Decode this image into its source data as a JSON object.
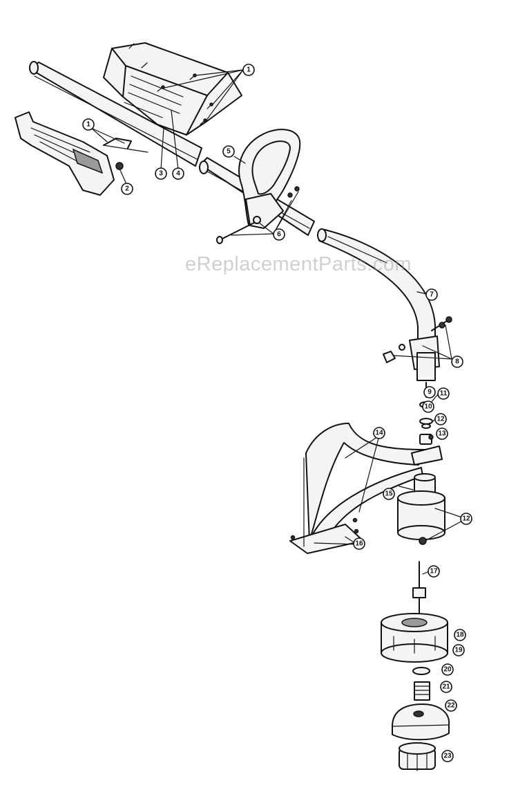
{
  "watermark": "eReplacementParts.com",
  "callouts": [
    "1",
    "1",
    "2",
    "3",
    "4",
    "5",
    "6",
    "7",
    "8",
    "9",
    "10",
    "11",
    "12",
    "13",
    "14",
    "15",
    "12",
    "16",
    "17",
    "18",
    "19",
    "20",
    "21",
    "22",
    "23"
  ],
  "colors": {
    "line": "#111111",
    "background": "#ffffff",
    "watermark": "#969696"
  }
}
